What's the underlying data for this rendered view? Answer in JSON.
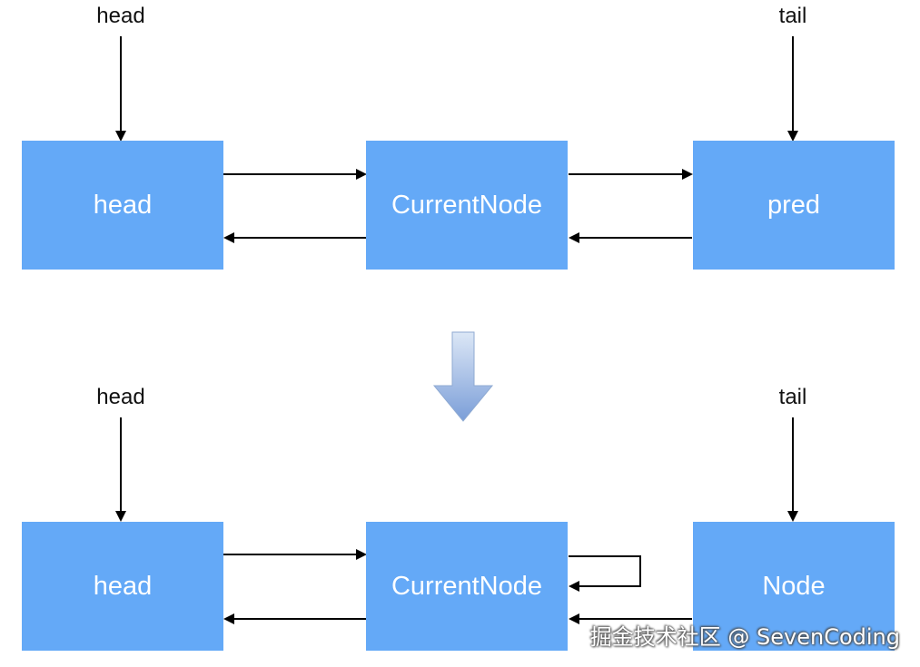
{
  "colors": {
    "node_fill": "#64A9F7",
    "node_text": "#FFFFFF",
    "arrow": "#000000",
    "transition_arrow_top": "#DCE7F6",
    "transition_arrow_bottom": "#7B9ED8"
  },
  "top": {
    "head_pointer": "head",
    "tail_pointer": "tail",
    "nodes": [
      "head",
      "CurrentNode",
      "pred"
    ]
  },
  "transition_icon": "down-arrow-icon",
  "bottom": {
    "head_pointer": "head",
    "tail_pointer": "tail",
    "nodes": [
      "head",
      "CurrentNode",
      "Node"
    ]
  },
  "watermark": "掘金技术社区 @ SevenCoding"
}
